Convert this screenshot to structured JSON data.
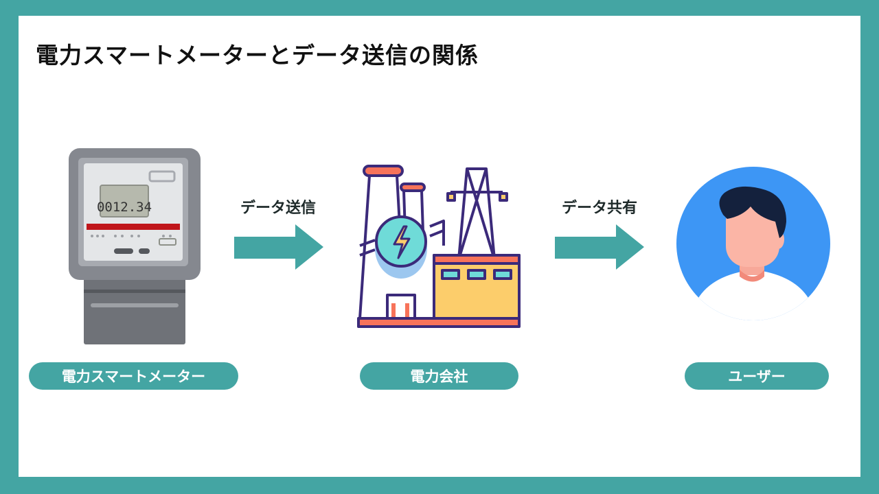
{
  "title": "電力スマートメーターとデータ送信の関係",
  "nodes": [
    {
      "label": "電力スマートメーター",
      "display_reading": "0012.34"
    },
    {
      "label": "電力会社"
    },
    {
      "label": "ユーザー"
    }
  ],
  "arrows": [
    {
      "label": "データ送信"
    },
    {
      "label": "データ共有"
    }
  ],
  "colors": {
    "accent": "#44a5a3",
    "user_circle": "#3d96f5"
  }
}
